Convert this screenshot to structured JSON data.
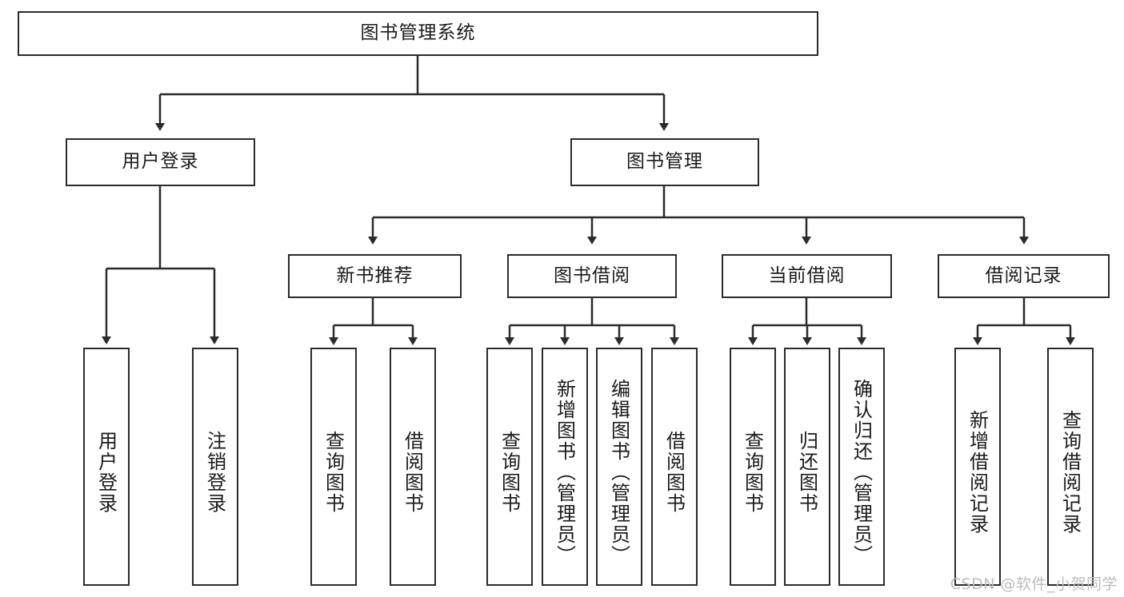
{
  "diagram": {
    "type": "tree",
    "title_node": "图书管理系统",
    "watermark": "CSDN @软件_小贺同学",
    "colors": {
      "stroke": "#2b2b2b",
      "text": "#1a1a1a",
      "background": "#ffffff",
      "watermark": "#bdbdbd"
    },
    "levels": {
      "level0": [
        "图书管理系统"
      ],
      "level1": [
        "用户登录",
        "图书管理"
      ],
      "level2": [
        "新书推荐",
        "图书借阅",
        "当前借阅",
        "借阅记录"
      ],
      "level3": [
        "用户登录",
        "注销登录",
        "查询图书",
        "借阅图书",
        "查询图书",
        "新增图书（管理员）",
        "编辑图书（管理员）",
        "借阅图书",
        "查询图书",
        "归还图书",
        "确认归还（管理员）",
        "新增借阅记录",
        "查询借阅记录"
      ]
    },
    "edges": [
      {
        "from": "图书管理系统",
        "to": "用户登录"
      },
      {
        "from": "图书管理系统",
        "to": "图书管理"
      },
      {
        "from": "用户登录",
        "to": "用户登录"
      },
      {
        "from": "用户登录",
        "to": "注销登录"
      },
      {
        "from": "图书管理",
        "to": "新书推荐"
      },
      {
        "from": "图书管理",
        "to": "图书借阅"
      },
      {
        "from": "图书管理",
        "to": "当前借阅"
      },
      {
        "from": "图书管理",
        "to": "借阅记录"
      },
      {
        "from": "新书推荐",
        "to": "查询图书"
      },
      {
        "from": "新书推荐",
        "to": "借阅图书"
      },
      {
        "from": "图书借阅",
        "to": "查询图书"
      },
      {
        "from": "图书借阅",
        "to": "新增图书（管理员）"
      },
      {
        "from": "图书借阅",
        "to": "编辑图书（管理员）"
      },
      {
        "from": "图书借阅",
        "to": "借阅图书"
      },
      {
        "from": "当前借阅",
        "to": "查询图书"
      },
      {
        "from": "当前借阅",
        "to": "归还图书"
      },
      {
        "from": "当前借阅",
        "to": "确认归还（管理员）"
      },
      {
        "from": "借阅记录",
        "to": "新增借阅记录"
      },
      {
        "from": "借阅记录",
        "to": "查询借阅记录"
      }
    ]
  },
  "nodes": {
    "root": {
      "label": "图书管理系统"
    },
    "user_login": {
      "label": "用户登录"
    },
    "book_mgmt": {
      "label": "图书管理"
    },
    "new_book_rec": {
      "label": "新书推荐"
    },
    "book_borrow": {
      "label": "图书借阅"
    },
    "current_borrow": {
      "label": "当前借阅"
    },
    "borrow_record": {
      "label": "借阅记录"
    },
    "leaf_user_login": {
      "label": "用户登录"
    },
    "leaf_logout": {
      "label": "注销登录"
    },
    "leaf_query_book_1": {
      "label": "查询图书"
    },
    "leaf_borrow_book_1": {
      "label": "借阅图书"
    },
    "leaf_query_book_2": {
      "label": "查询图书"
    },
    "leaf_add_book": {
      "label": "新增图书（管理员）"
    },
    "leaf_edit_book": {
      "label": "编辑图书（管理员）"
    },
    "leaf_borrow_book_2": {
      "label": "借阅图书"
    },
    "leaf_query_book_3": {
      "label": "查询图书"
    },
    "leaf_return_book": {
      "label": "归还图书"
    },
    "leaf_confirm_return": {
      "label": "确认归还（管理员）"
    },
    "leaf_add_record": {
      "label": "新增借阅记录"
    },
    "leaf_query_record": {
      "label": "查询借阅记录"
    }
  },
  "watermark": {
    "text": "CSDN @软件_小贺同学"
  }
}
